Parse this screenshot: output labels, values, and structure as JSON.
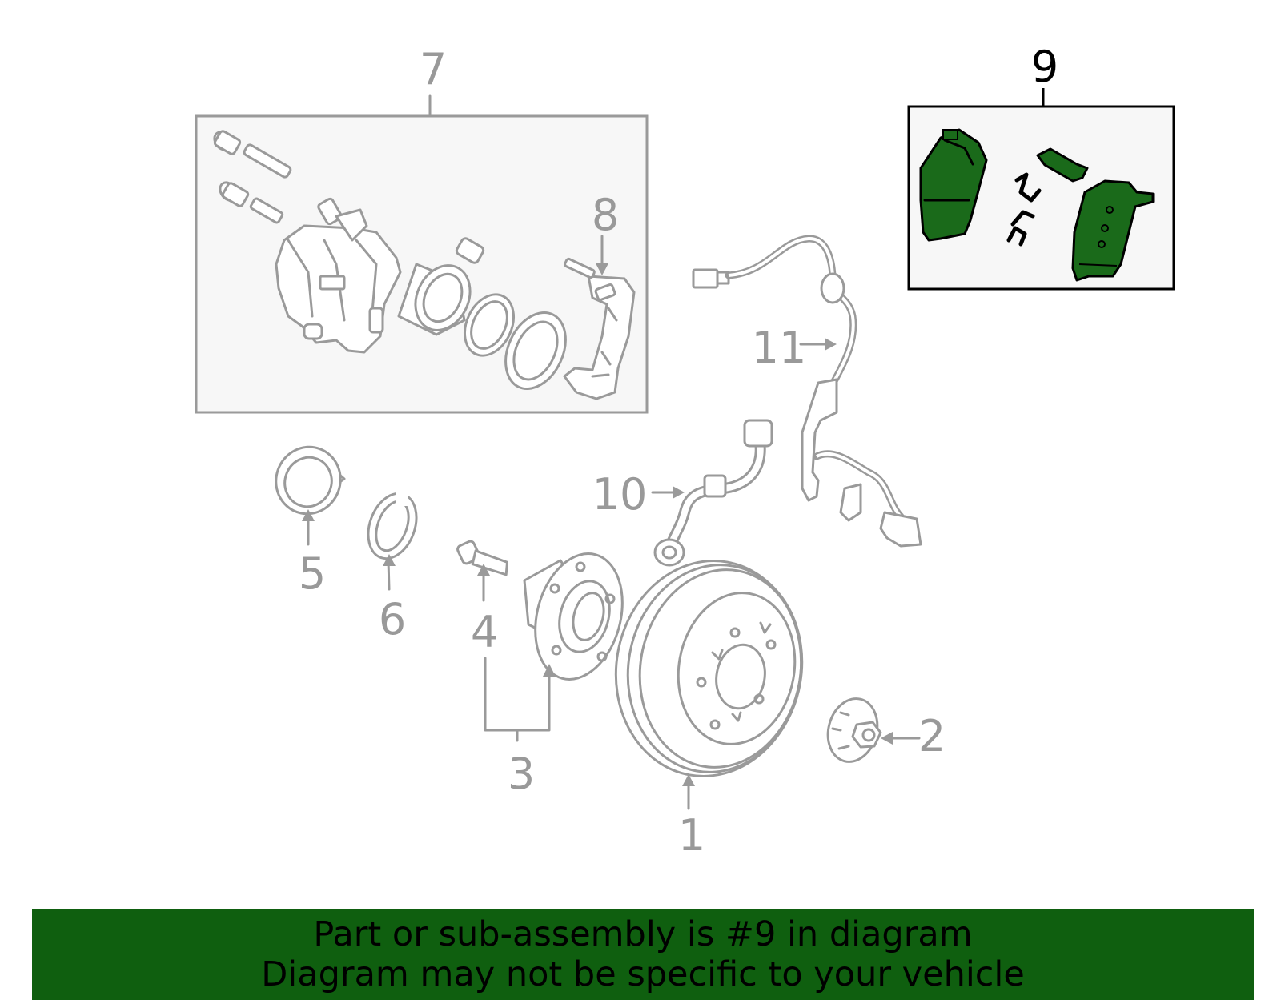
{
  "callouts": {
    "c1": "1",
    "c2": "2",
    "c3": "3",
    "c4": "4",
    "c5": "5",
    "c6": "6",
    "c7": "7",
    "c8": "8",
    "c9": "9",
    "c10": "10",
    "c11": "11"
  },
  "highlight_callout": "9",
  "colors": {
    "highlight_fill": "#1a6a1a",
    "banner_background": "#0f5f0f",
    "part_line": "#9a9a9a",
    "box_background": "#f7f7f7"
  },
  "banner": {
    "line1": "Part or sub-assembly is #9 in diagram",
    "line2": "Diagram may not be specific to your vehicle"
  }
}
